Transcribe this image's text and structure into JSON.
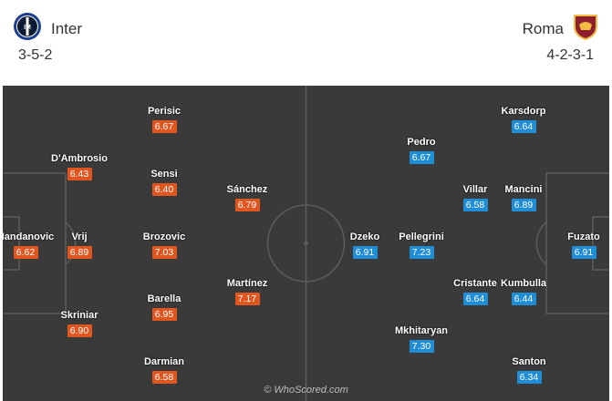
{
  "home": {
    "name": "Inter",
    "formation": "3-5-2",
    "logo": "inter-crest-icon",
    "players": [
      {
        "name": "Handanovic",
        "rating": "6.62"
      },
      {
        "name": "D'Ambrosio",
        "rating": "6.43"
      },
      {
        "name": "Vrij",
        "rating": "6.89"
      },
      {
        "name": "Skriniar",
        "rating": "6.90"
      },
      {
        "name": "Perisic",
        "rating": "6.67"
      },
      {
        "name": "Sensi",
        "rating": "6.40"
      },
      {
        "name": "Brozovic",
        "rating": "7.03"
      },
      {
        "name": "Barella",
        "rating": "6.95"
      },
      {
        "name": "Darmian",
        "rating": "6.58"
      },
      {
        "name": "Sánchez",
        "rating": "6.79"
      },
      {
        "name": "Martínez",
        "rating": "7.17"
      }
    ]
  },
  "away": {
    "name": "Roma",
    "formation": "4-2-3-1",
    "logo": "roma-crest-icon",
    "players": [
      {
        "name": "Fuzato",
        "rating": "6.91"
      },
      {
        "name": "Karsdorp",
        "rating": "6.64"
      },
      {
        "name": "Mancini",
        "rating": "6.89"
      },
      {
        "name": "Kumbulla",
        "rating": "6.44"
      },
      {
        "name": "Santon",
        "rating": "6.34"
      },
      {
        "name": "Villar",
        "rating": "6.58"
      },
      {
        "name": "Cristante",
        "rating": "6.64"
      },
      {
        "name": "Pedro",
        "rating": "6.67"
      },
      {
        "name": "Pellegrini",
        "rating": "7.23"
      },
      {
        "name": "Mkhitaryan",
        "rating": "7.30"
      },
      {
        "name": "Dzeko",
        "rating": "6.91"
      }
    ]
  },
  "colors": {
    "home_rating": "#e0561e",
    "away_rating": "#1f8ed6",
    "pitch": "#3a3a3a",
    "lines": "#5c5c5c"
  },
  "watermark": "© WhoScored.com"
}
